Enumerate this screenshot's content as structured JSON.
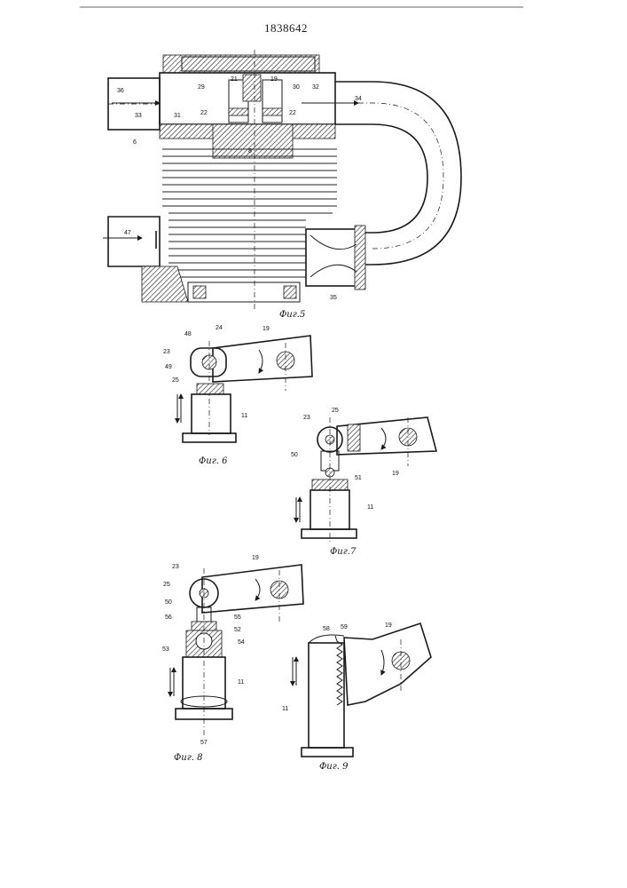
{
  "document": {
    "patent_number": "1838642"
  },
  "figures": {
    "fig5": {
      "caption": "Фиг.5",
      "labels": {
        "l36": "36",
        "l29": "29",
        "l21": "21",
        "l19": "19",
        "l30": "30",
        "l32": "32",
        "l34": "34",
        "l33": "33",
        "l31": "31",
        "l22a": "22",
        "l22b": "22",
        "l6": "6",
        "l8": "8",
        "l47": "47",
        "l35": "35"
      }
    },
    "fig6": {
      "caption": "Фиг. 6",
      "labels": {
        "l48": "48",
        "l24": "24",
        "l19": "19",
        "l23": "23",
        "l49": "49",
        "l25": "25",
        "l11": "11"
      }
    },
    "fig7": {
      "caption": "Фиг.7",
      "labels": {
        "l23": "23",
        "l25": "25",
        "l50": "50",
        "l51": "51",
        "l19": "19",
        "l11": "11"
      }
    },
    "fig8": {
      "caption": "Фиг. 8",
      "labels": {
        "l23": "23",
        "l19": "19",
        "l25": "25",
        "l50": "50",
        "l56": "56",
        "l55": "55",
        "l52": "52",
        "l54": "54",
        "l53": "53",
        "l11": "11",
        "l57": "57"
      }
    },
    "fig9": {
      "caption": "Фиг. 9",
      "labels": {
        "l58": "58",
        "l59": "59",
        "l19": "19",
        "l11": "11"
      }
    }
  }
}
